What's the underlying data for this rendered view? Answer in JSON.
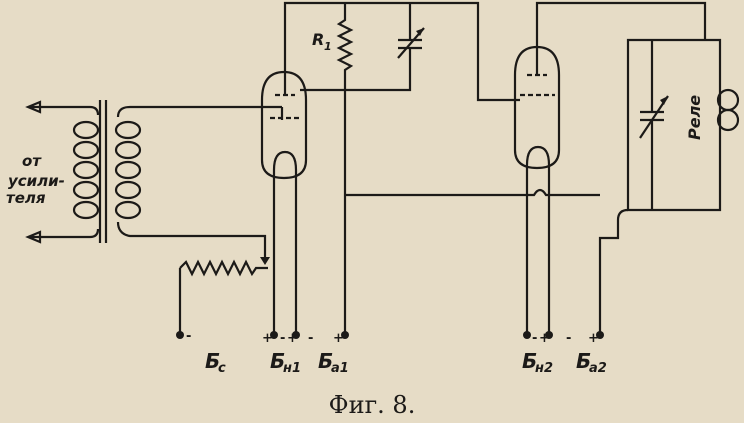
{
  "input_label": [
    "от",
    "усили-",
    "теля"
  ],
  "resistor_label": "R",
  "resistor_subscript": "1",
  "relay_label": "Реле",
  "terminals": [
    {
      "name": "Б",
      "sub": "c",
      "signs": [
        "-"
      ]
    },
    {
      "name": "Б",
      "sub": "н1",
      "signs": [
        "+",
        "-",
        "+"
      ]
    },
    {
      "name": "Б",
      "sub": "a1",
      "signs": [
        "-",
        "+"
      ]
    },
    {
      "name": "Б",
      "sub": "н2",
      "signs": [
        "-",
        "+"
      ]
    },
    {
      "name": "Б",
      "sub": "a2",
      "signs": [
        "-",
        "+"
      ]
    }
  ],
  "caption": "Фиг. 8."
}
